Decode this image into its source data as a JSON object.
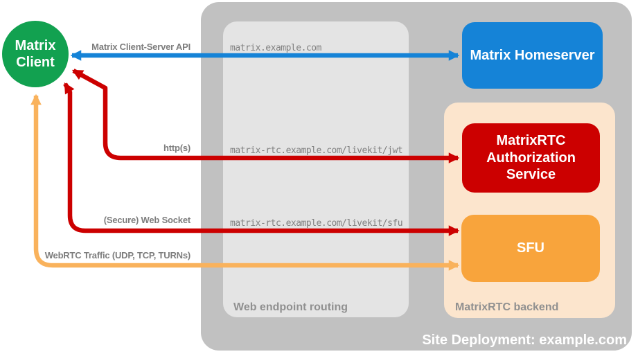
{
  "groups": {
    "site_deployment": {
      "label": "Site Deployment: example.com",
      "color": "#c1c1c1"
    },
    "web_endpoint_routing": {
      "label": "Web endpoint routing",
      "color": "#e4e4e4"
    },
    "matrixrtc_backend": {
      "label": "MatrixRTC backend",
      "color": "#fce5cd"
    }
  },
  "nodes": {
    "client": {
      "label": "Matrix Client",
      "color": "#12a150",
      "shape": "circle"
    },
    "homeserver": {
      "label": "Matrix Homeserver",
      "color": "#1583d7",
      "shape": "rounded-rect"
    },
    "auth_service": {
      "label": "MatrixRTC Authorization Service",
      "color": "#cc0000",
      "shape": "rounded-rect"
    },
    "sfu": {
      "label": "SFU",
      "color": "#f8a43c",
      "shape": "rounded-rect"
    }
  },
  "endpoints": [
    "matrix.example.com",
    "matrix-rtc.example.com/livekit/jwt",
    "matrix-rtc.example.com/livekit/sfu"
  ],
  "connections": [
    {
      "label": "Matrix Client-Server API",
      "between": [
        "Matrix Client",
        "Matrix Homeserver"
      ],
      "via": "matrix.example.com",
      "color": "#1583d7",
      "bidirectional": true
    },
    {
      "label": "http(s)",
      "between": [
        "Matrix Client",
        "MatrixRTC Authorization Service"
      ],
      "via": "matrix-rtc.example.com/livekit/jwt",
      "color": "#cc0000",
      "bidirectional": true
    },
    {
      "label": "(Secure) Web Socket",
      "between": [
        "Matrix Client",
        "SFU"
      ],
      "via": "matrix-rtc.example.com/livekit/sfu",
      "color": "#cc0000",
      "bidirectional": true
    },
    {
      "label": "WebRTC Traffic (UDP, TCP, TURNs)",
      "between": [
        "Matrix Client",
        "SFU"
      ],
      "color": "#f9b25c",
      "bidirectional": true
    }
  ]
}
